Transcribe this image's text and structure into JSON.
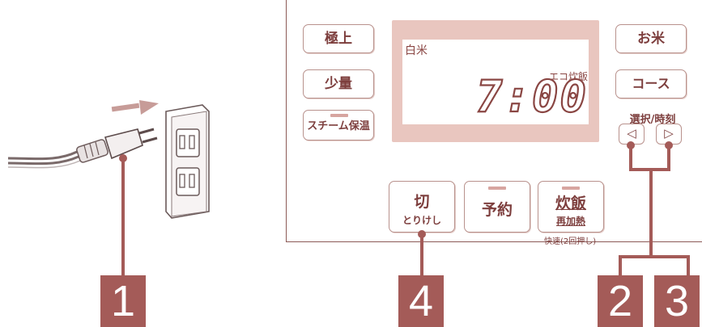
{
  "panel": {
    "buttons": {
      "gokujo": "極上",
      "shoryo": "少量",
      "steam_hoon": "スチーム保温",
      "okome": "お米",
      "course": "コース",
      "select_time": "選択/時刻",
      "left_arrow": "◁",
      "right_arrow": "▷",
      "kiri": "切",
      "kiri_sub": "とりけし",
      "yoyaku": "予約",
      "suihan": "炊飯",
      "suihan_sub": "再加熱",
      "suihan_note": "快速(2回押し)"
    },
    "display": {
      "mode": "白米",
      "eco": "エコ炊飯",
      "time": "7:00"
    }
  },
  "callouts": [
    "1",
    "4",
    "2",
    "3"
  ],
  "colors": {
    "accent": "#a45b58",
    "line": "#a45b58",
    "button_border": "#b9928d",
    "button_text": "#7d3e3d",
    "lcd_frame": "#e9c6bf"
  }
}
